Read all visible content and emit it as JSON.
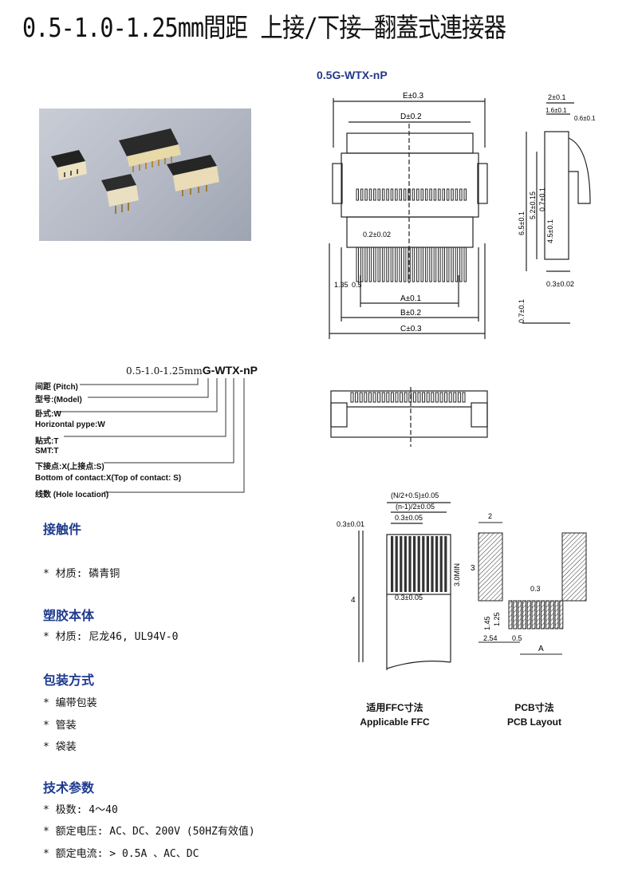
{
  "title": "0.5-1.0-1.25mm間距 上接/下接—翻蓋式連接器",
  "model": "0.5G-WTX-nP",
  "code": {
    "prefix": "0.5-1.0-1.25mm",
    "suffix": "G-WTX-nP",
    "labels": [
      "间距 (Pitch)",
      "型号:(Model)",
      "卧式:W",
      "Horizontal pype:W",
      "贴式:T",
      "SMT:T",
      "下接点:X(上接点:S)",
      "Bottom of contact:X(Top of contact: S)",
      "线数 (Hole location)"
    ]
  },
  "sections": [
    {
      "heading": "接触件",
      "items": [
        "* 材质: 磷青铜"
      ]
    },
    {
      "heading": "塑胶本体",
      "items": [
        "* 材质: 尼龙46, UL94V-0"
      ]
    },
    {
      "heading": "包装方式",
      "items": [
        "* 编带包装",
        "* 管装",
        "* 袋装"
      ]
    },
    {
      "heading": "技术参数",
      "items": [
        "* 极数: 4～40",
        "* 额定电压: AC、DC、200V (50HZ有效值)",
        "* 额定电流: > 0.5A 、AC、DC"
      ]
    }
  ],
  "drawing": {
    "top": {
      "dims": [
        "E±0.3",
        "D±0.2",
        "0.2±0.02",
        "1.35",
        "0.5",
        "A±0.1",
        "B±0.2",
        "C±0.3"
      ],
      "side_dims": [
        "2±0.1",
        "1.6±0.1",
        "0.6±0.1",
        "6.5±0.1",
        "5.2±0.15",
        "0.7±0.1",
        "4.5±0.1",
        "0.3±0.02",
        "0.7±0.1"
      ]
    },
    "ffc": {
      "dims": [
        "(N/2+0.5)±0.05",
        "(n-1)/2±0.05",
        "0.3±0.05",
        "0.3±0.05",
        "0.3±0.01",
        "3.0MIN",
        "4"
      ],
      "caption_cn": "适用FFC寸法",
      "caption_en": "Applicable FFC"
    },
    "pcb": {
      "dims": [
        "2",
        "3",
        "0.3",
        "1.45",
        "1.25",
        "2.54",
        "0.5",
        "A"
      ],
      "caption_cn": "PCB寸法",
      "caption_en": "PCB Layout"
    }
  }
}
